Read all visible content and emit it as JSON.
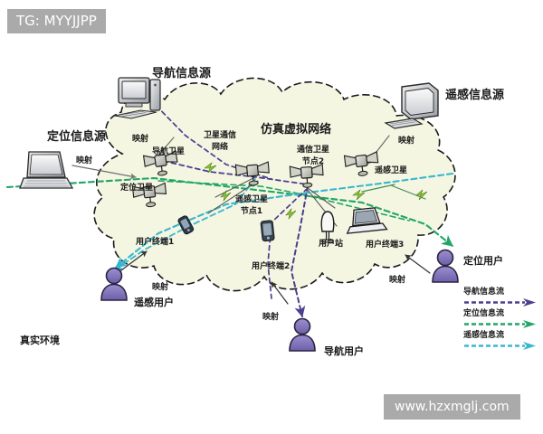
{
  "watermarks": {
    "top_left": "TG: MYYJJPP",
    "bottom_right": "www.hzxmglj.com"
  },
  "diagram": {
    "title_cloud": "仿真虚拟网络",
    "environment_label": "真实环境",
    "sources": [
      {
        "id": "nav-source",
        "label": "导航信息源",
        "icon": "desktop-computer-icon"
      },
      {
        "id": "pos-source",
        "label": "定位信息源",
        "icon": "laptop-icon"
      },
      {
        "id": "rs-source",
        "label": "遥感信息源",
        "icon": "crt-monitor-icon"
      }
    ],
    "mapping_label": "映射",
    "mapping_count": 6,
    "cloud_labels": [
      {
        "id": "satcom-net",
        "label": "卫星通信\n网络",
        "line1": "卫星通信",
        "line2": "网络"
      },
      {
        "id": "comsat-node2",
        "label": "通信卫星\n节点2",
        "line1": "通信卫星",
        "line2": "节点2"
      },
      {
        "id": "rssat-node1",
        "label": "遥感卫星\n节点1",
        "line1": "遥感卫星",
        "line2": "节点1"
      }
    ],
    "satellites": [
      {
        "id": "nav-sat",
        "label": "导航卫星"
      },
      {
        "id": "pos-sat",
        "label": "定位卫星"
      },
      {
        "id": "rs-sat",
        "label": "遥感卫星"
      }
    ],
    "terminals": [
      {
        "id": "terminal-1",
        "label": "用户终端1",
        "icon": "handheld-device-icon"
      },
      {
        "id": "terminal-2",
        "label": "用户终端2",
        "icon": "mobile-phone-icon"
      },
      {
        "id": "terminal-3",
        "label": "用户终端3",
        "icon": "laptop-icon"
      },
      {
        "id": "user-station",
        "label": "用户站",
        "icon": "antenna-icon"
      }
    ],
    "users": [
      {
        "id": "rs-user",
        "label": "遥感用户",
        "icon": "person-icon",
        "color": "#7b6bb5"
      },
      {
        "id": "nav-user",
        "label": "导航用户",
        "icon": "person-icon",
        "color": "#7b6bb5"
      },
      {
        "id": "pos-user",
        "label": "定位用户",
        "icon": "person-icon",
        "color": "#7b6bb5"
      }
    ]
  },
  "legend": {
    "items": [
      {
        "label": "导航信息流",
        "color": "#4b3f8f"
      },
      {
        "label": "定位信息流",
        "color": "#1fa665"
      },
      {
        "label": "遥感信息流",
        "color": "#39b6cf"
      }
    ]
  },
  "colors": {
    "cloud_fill": "#f4f6e2",
    "cloud_stroke": "#1a1a1a",
    "nav_flow": "#4b3f8f",
    "pos_flow": "#1fa665",
    "rs_flow": "#39b6cf",
    "user_purple": "#7b6bb5",
    "watermark_bg": "#aaaaaa"
  }
}
